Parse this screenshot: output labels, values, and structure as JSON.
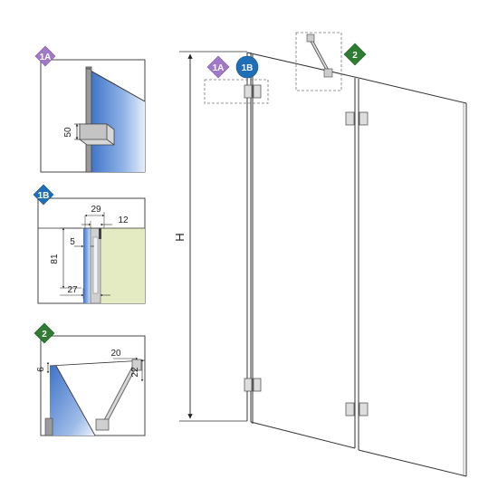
{
  "badges": {
    "b1a": "1A",
    "b1b": "1B",
    "b2": "2"
  },
  "main": {
    "height_label": "H"
  },
  "detail_1a": {
    "dim_height": "50"
  },
  "detail_1b": {
    "dim_top_1": "29",
    "dim_top_2": "12",
    "dim_inner": "5",
    "dim_height": "81",
    "dim_bottom": "27"
  },
  "detail_2": {
    "dim_left": "6",
    "dim_top": "20",
    "dim_right": "22"
  },
  "colors": {
    "badge_1a": "#a07ac8",
    "badge_1b": "#1e6fb8",
    "badge_2": "#2e7d32",
    "glass": "#4a7fd0",
    "wall": "#e4ebc2"
  }
}
